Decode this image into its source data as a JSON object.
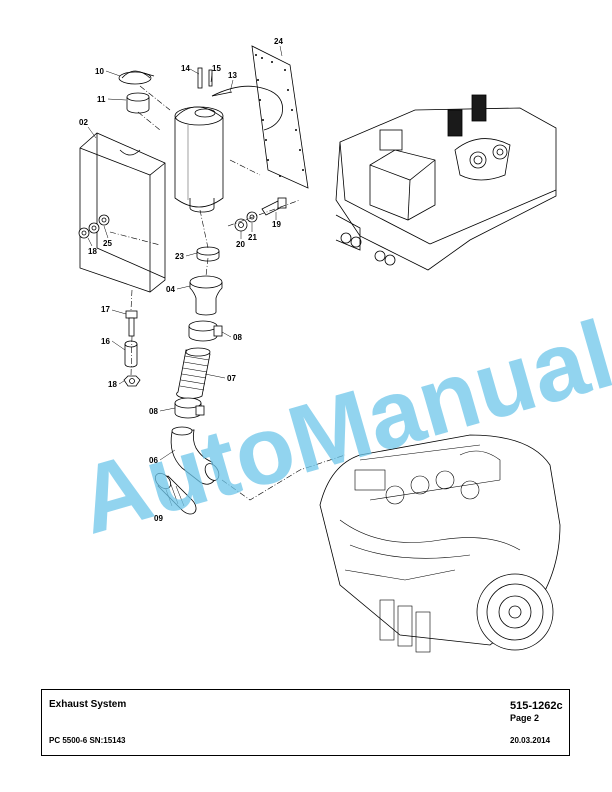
{
  "callouts": {
    "c24": "24",
    "c10": "10",
    "c14": "14",
    "c15": "15",
    "c13": "13",
    "c11": "11",
    "c02": "02",
    "c18a": "18",
    "c25": "25",
    "c19": "19",
    "c21": "21",
    "c20": "20",
    "c23": "23",
    "c04": "04",
    "c17": "17",
    "c08a": "08",
    "c16": "16",
    "c07": "07",
    "c18b": "18",
    "c08b": "08",
    "c06": "06",
    "c09": "09"
  },
  "watermark": "AutoManual",
  "title_block": {
    "title": "Exhaust System",
    "doc_number": "515-1262c",
    "page": "Page 2",
    "model": "PC 5500-6 SN:15143",
    "date": "20.03.2014"
  }
}
